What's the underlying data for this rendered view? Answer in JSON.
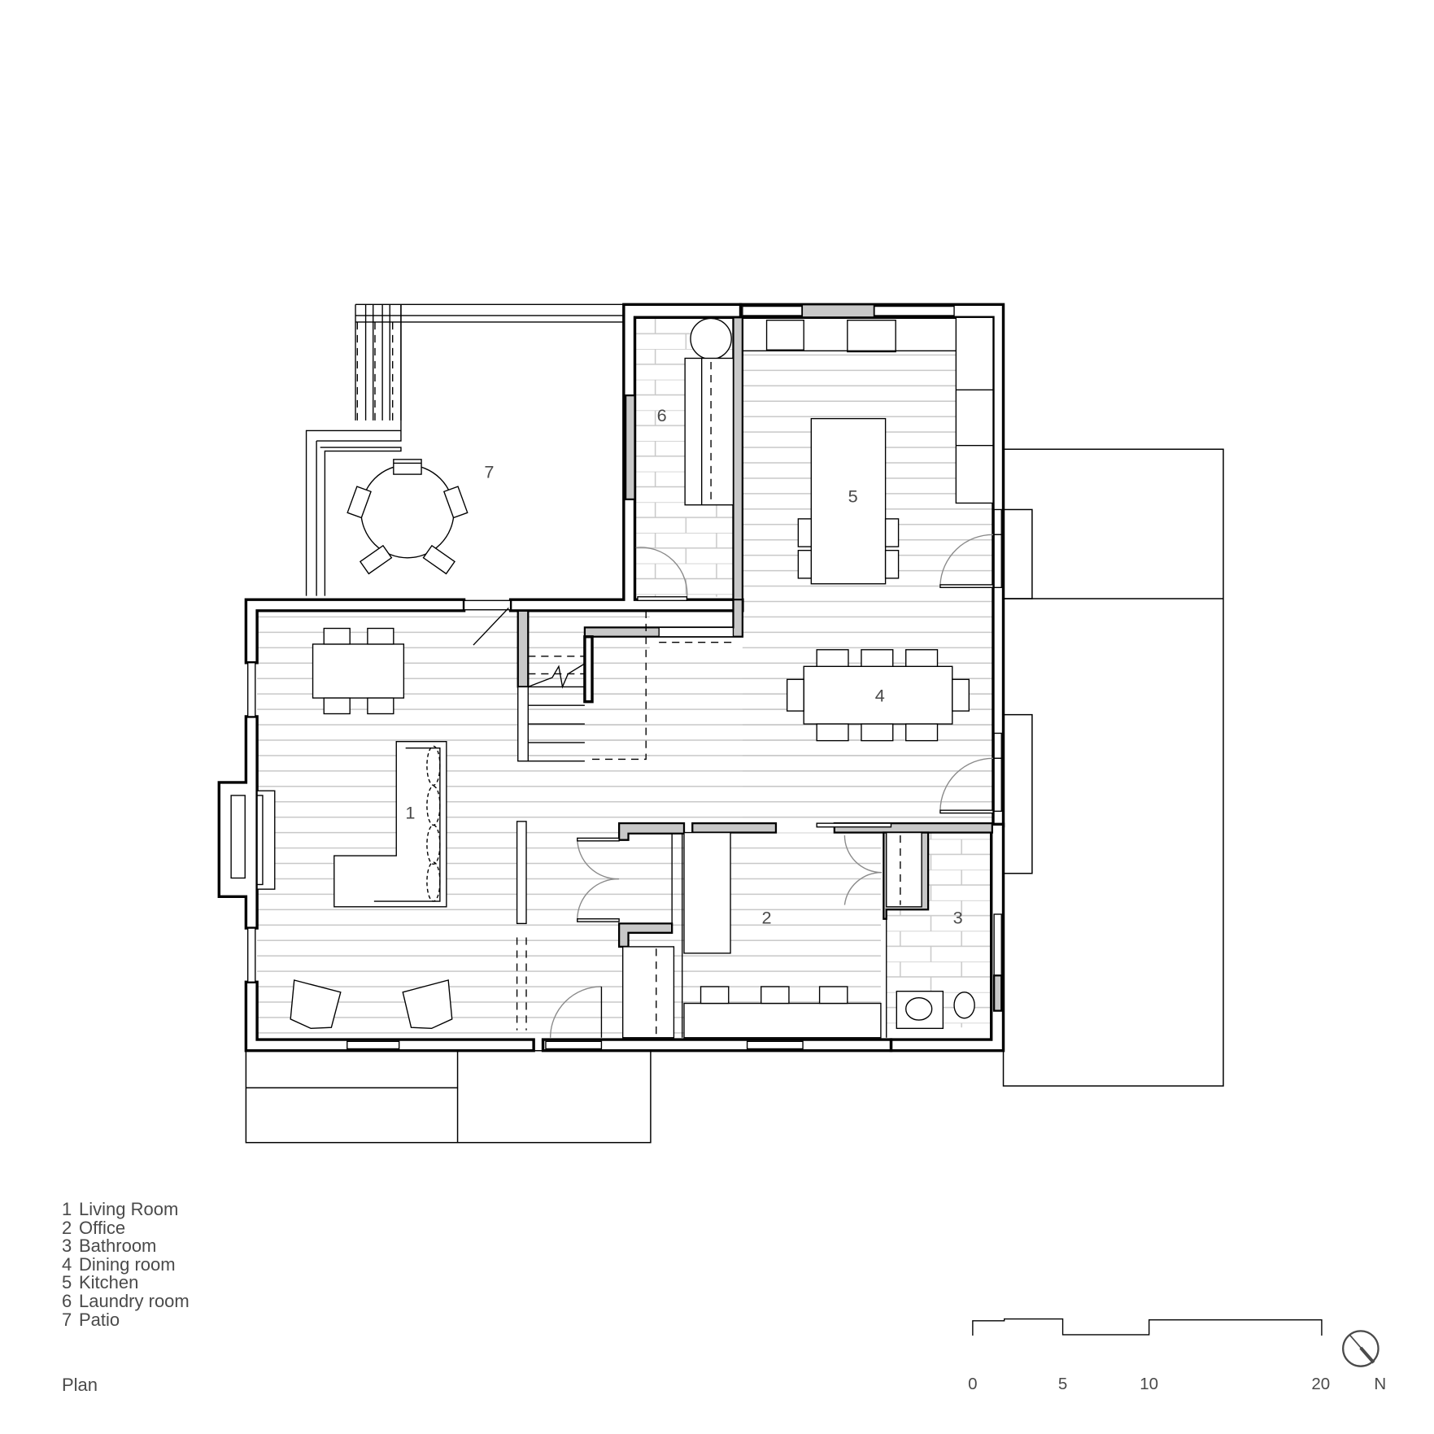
{
  "drawing": {
    "title": "Plan",
    "line_color": "#000000",
    "wall_fill_gray": "#c8c8c8",
    "floor_line_color": "#c8c8c8",
    "text_color": "#4a4a4a"
  },
  "rooms": [
    {
      "number": "1",
      "name": "Living Room"
    },
    {
      "number": "2",
      "name": "Office"
    },
    {
      "number": "3",
      "name": "Bathroom"
    },
    {
      "number": "4",
      "name": "Dining room"
    },
    {
      "number": "5",
      "name": "Kitchen"
    },
    {
      "number": "6",
      "name": "Laundry room"
    },
    {
      "number": "7",
      "name": "Patio"
    }
  ],
  "scale_bar": {
    "ticks": [
      "0",
      "5",
      "10",
      "20"
    ]
  },
  "north_arrow": {
    "label": "N",
    "icon": "north-arrow-icon"
  }
}
